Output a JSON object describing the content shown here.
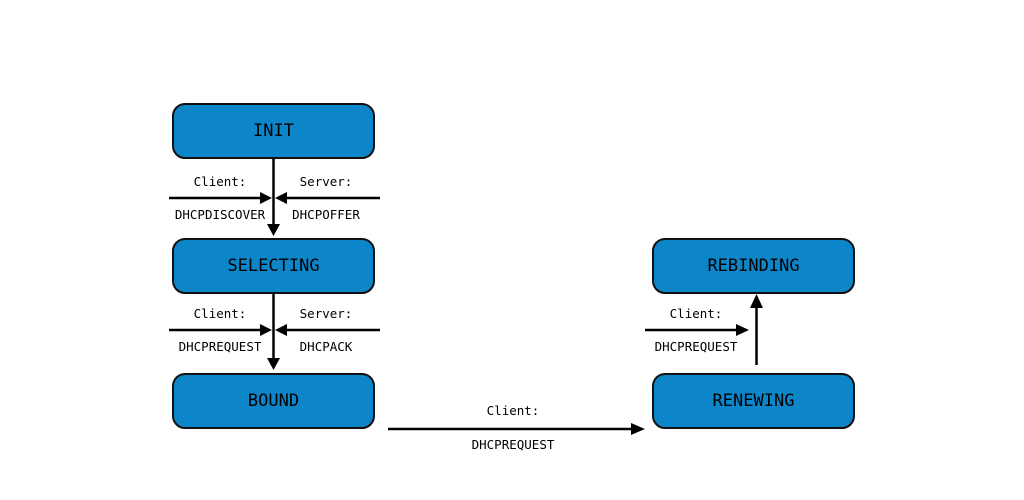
{
  "states": {
    "init": "INIT",
    "selecting": "SELECTING",
    "bound": "BOUND",
    "rebinding": "REBINDING",
    "renewing": "RENEWING"
  },
  "messages": {
    "init_client_role": "Client:",
    "init_client_msg": "DHCPDISCOVER",
    "init_server_role": "Server:",
    "init_server_msg": "DHCPOFFER",
    "sel_client_role": "Client:",
    "sel_client_msg": "DHCPREQUEST",
    "sel_server_role": "Server:",
    "sel_server_msg": "DHCPACK",
    "renew_client_role": "Client:",
    "renew_client_msg": "DHCPREQUEST",
    "bound_client_role": "Client:",
    "bound_client_msg": "DHCPREQUEST"
  }
}
